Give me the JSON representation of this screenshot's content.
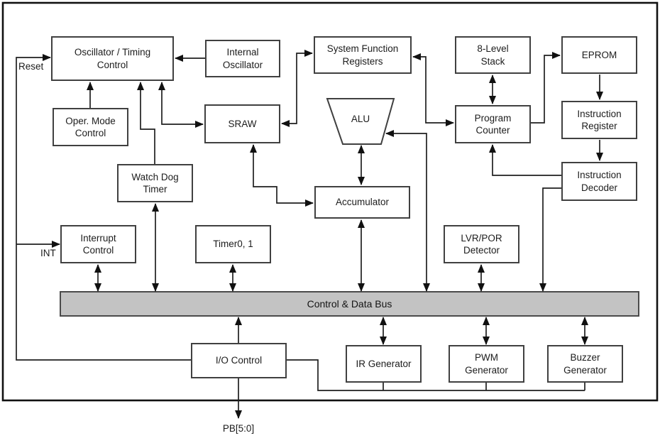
{
  "diagram": {
    "labels": {
      "reset": "Reset",
      "int": "INT",
      "pb_port": "PB[5:0]"
    },
    "bus": {
      "label": "Control & Data Bus",
      "fill": "#c3c3c3"
    },
    "nodes": {
      "osc_timing": {
        "label": "Oscillator / Timing\nControl"
      },
      "internal_osc": {
        "label": "Internal\nOscillator"
      },
      "system_function_reg": {
        "label": "System Function\nRegisters"
      },
      "stack": {
        "label": "8-Level\nStack"
      },
      "eprom": {
        "label": "EPROM"
      },
      "oper_mode": {
        "label": "Oper. Mode\nControl"
      },
      "sraw": {
        "label": "SRAW"
      },
      "alu": {
        "label": "ALU"
      },
      "program_counter": {
        "label": "Program\nCounter"
      },
      "instruction_register": {
        "label": "Instruction\nRegister"
      },
      "watch_dog_timer": {
        "label": "Watch Dog\nTimer"
      },
      "instruction_decoder": {
        "label": "Instruction\nDecoder"
      },
      "accumulator": {
        "label": "Accumulator"
      },
      "interrupt_control": {
        "label": "Interrupt\nControl"
      },
      "timer01": {
        "label": "Timer0, 1"
      },
      "lvr_por": {
        "label": "LVR/POR\nDetector"
      },
      "io_control": {
        "label": "I/O Control"
      },
      "ir_generator": {
        "label": "IR Generator"
      },
      "pwm_generator": {
        "label": "PWM\nGenerator"
      },
      "buzzer_generator": {
        "label": "Buzzer\nGenerator"
      }
    },
    "colors": {
      "line": "#1f1f1f",
      "box_border": "#404040",
      "bus_fill": "#c3c3c3",
      "outer_border": "#111111",
      "text": "#1c1c1c"
    }
  }
}
